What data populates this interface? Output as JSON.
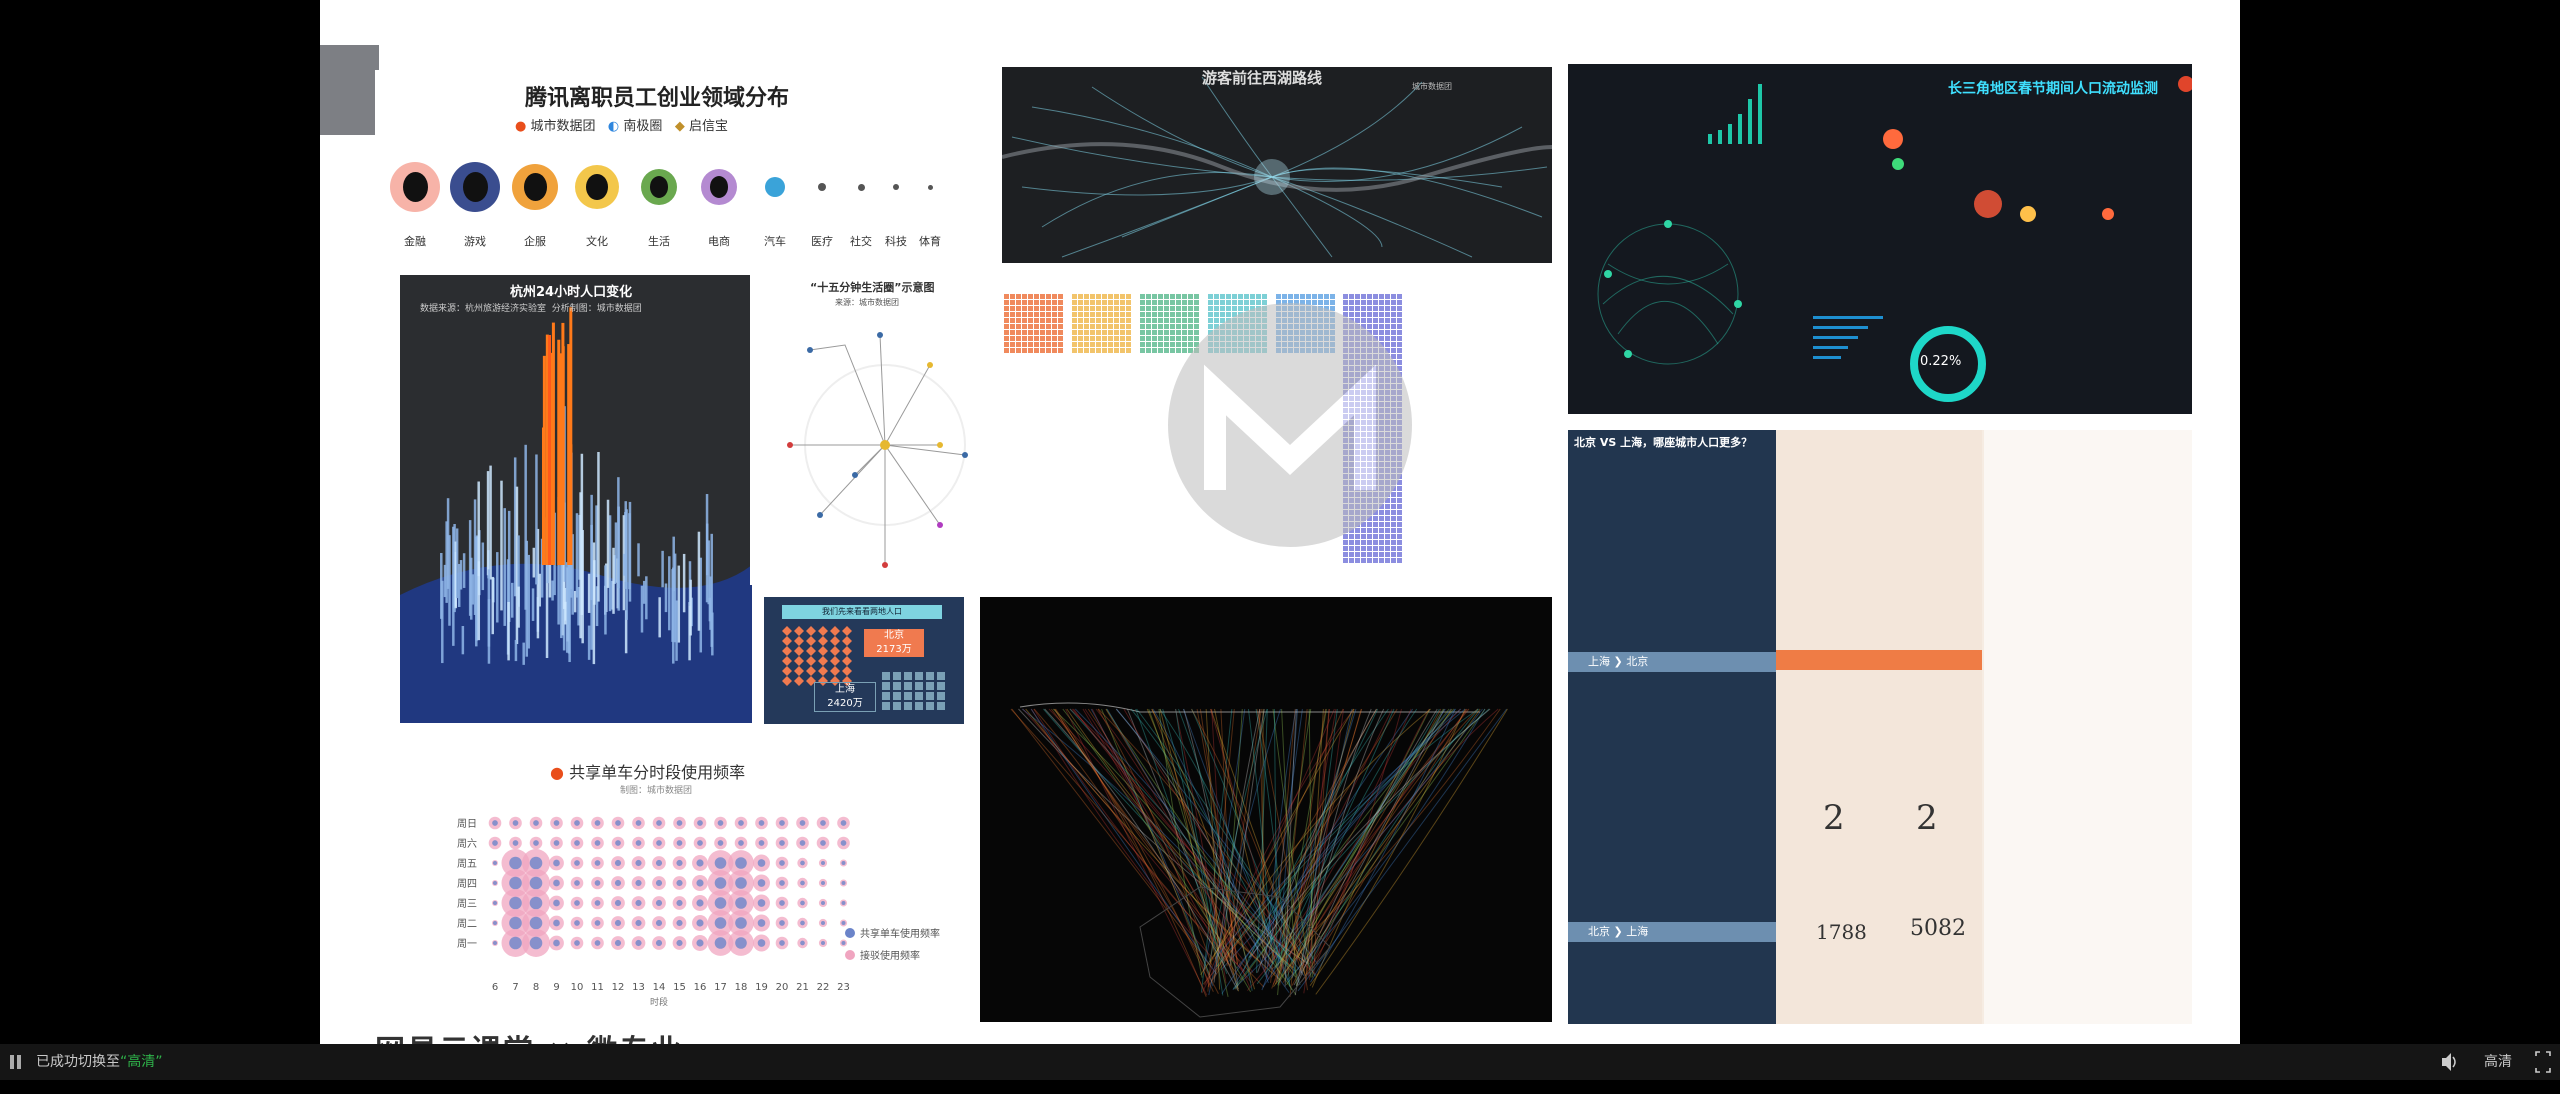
{
  "slide": {
    "panels": {
      "tencent": {
        "title": "腾讯离职员工创业领域分布",
        "brands": [
          "城市数据团",
          "南极圈",
          "启信宝"
        ],
        "categories": [
          "金融",
          "游戏",
          "企服",
          "文化",
          "生活",
          "电商",
          "汽车",
          "医疗",
          "社交",
          "科技",
          "体育"
        ]
      },
      "westlake": {
        "title": "游客前往西湖路线",
        "legend": [
          "城市数据团"
        ]
      },
      "yangtze": {
        "title": "长三角地区春节期间人口流动监测",
        "gauge_value": "0.22",
        "gauge_sub": "%"
      },
      "hangzhou": {
        "title": "杭州24小时人口变化",
        "source": "数据来源：杭州旅游经济实验室",
        "maker": "分析制图：城市数据团"
      },
      "fifteen": {
        "title": "“十五分钟生活圈”示意图",
        "source": "来源：城市数据团"
      },
      "commute": {
        "title": "我们先来看看两地人口",
        "city1": "北京",
        "val1": "2173万",
        "city2": "上海",
        "val2": "2420万"
      },
      "bike": {
        "title": "共享单车分时段使用频率",
        "sub": "制图：城市数据团",
        "rows": [
          "周日",
          "周六",
          "周五",
          "周四",
          "周三",
          "周二",
          "周一"
        ],
        "hours": [
          "6",
          "7",
          "8",
          "9",
          "10",
          "11",
          "12",
          "13",
          "14",
          "15",
          "16",
          "17",
          "18",
          "19",
          "20",
          "21",
          "22",
          "23"
        ],
        "xlabel": "时段",
        "legend": [
          "共享单车使用频率",
          "接驳使用频率"
        ]
      },
      "bjsh": {
        "title": "北京 VS 上海，哪座城市人口更多？",
        "q1": "上海 ❯ 北京",
        "q2": "北京 ❯ 上海",
        "num1": "2",
        "num2": "2",
        "num3": "1788",
        "num4": "5082"
      }
    },
    "footer_logo": "网易云课堂 × 微专业"
  },
  "bottombar": {
    "status_prefix": "已成功切换至",
    "status_value": "“高清”",
    "quality": "高清"
  },
  "colors": {
    "accent_green": "#2fb34a",
    "penguin_blue": "#3a4d8f",
    "bike_pink": "#f0a5c0",
    "bike_blue": "#6b84c9"
  }
}
